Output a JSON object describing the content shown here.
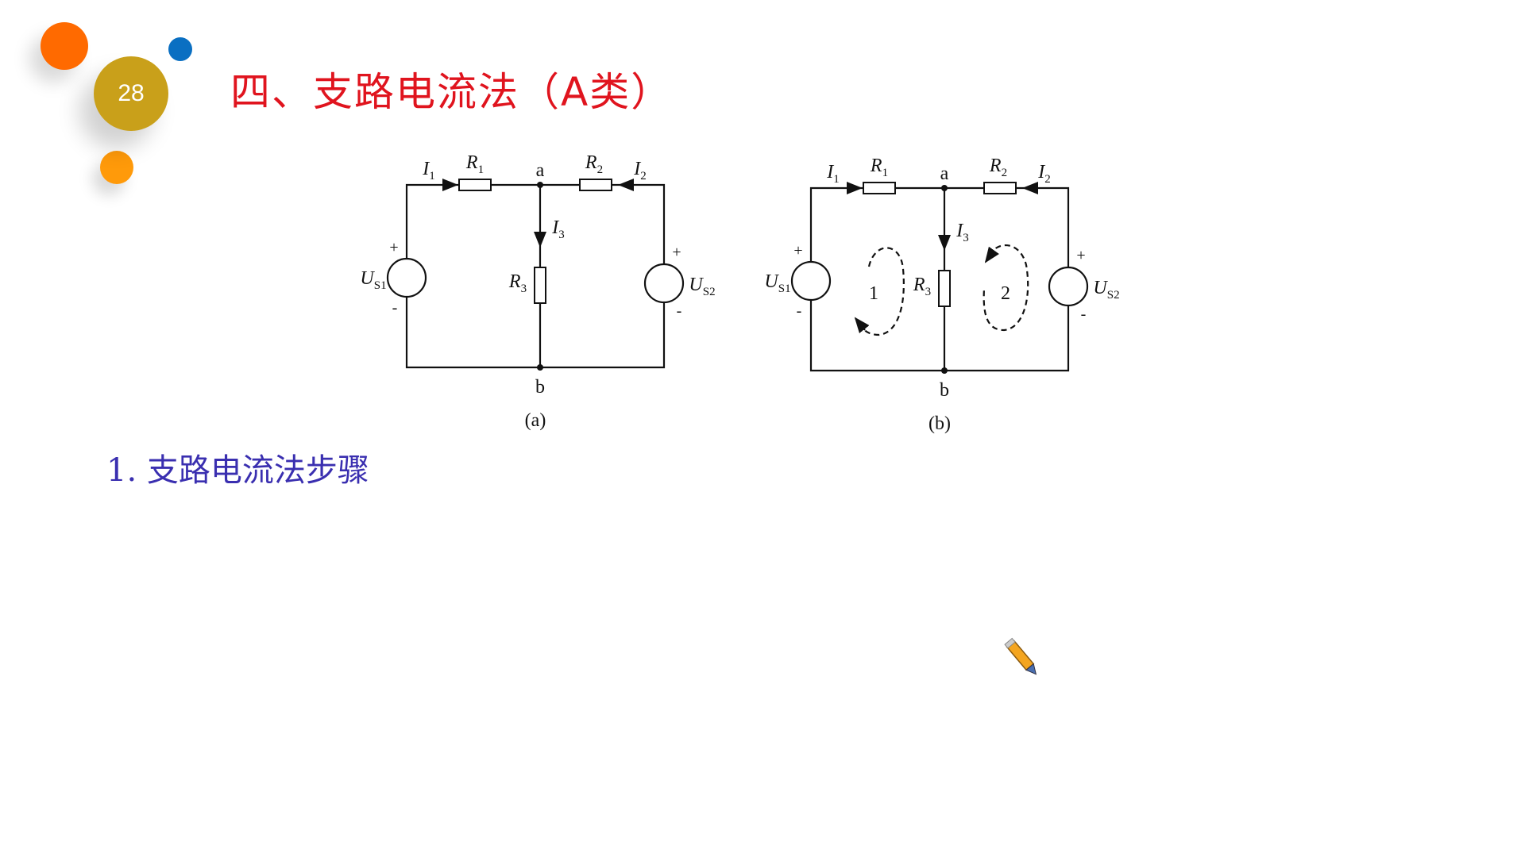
{
  "slide": {
    "number": "28",
    "title": "四、支路电流法（A类）",
    "subtitle": "1. 支路电流法步骤"
  },
  "colors": {
    "title": "#e0141e",
    "subtitle": "#3a2fb0",
    "badge": "#c9a01a",
    "orange": "#ff6a00",
    "blue": "#0a6fc2",
    "light_orange": "#ff9a0a"
  },
  "circuits": [
    {
      "caption": "(a)",
      "node_top": "a",
      "node_bottom": "b",
      "I1": "I",
      "I1_sub": "1",
      "I2": "I",
      "I2_sub": "2",
      "I3": "I",
      "I3_sub": "3",
      "R1": "R",
      "R1_sub": "1",
      "R2": "R",
      "R2_sub": "2",
      "R3": "R",
      "R3_sub": "3",
      "US1": "U",
      "US1_sub": "S1",
      "US2": "U",
      "US2_sub": "S2",
      "plus": "+",
      "minus": "-"
    },
    {
      "caption": "(b)",
      "node_top": "a",
      "node_bottom": "b",
      "I1": "I",
      "I1_sub": "1",
      "I2": "I",
      "I2_sub": "2",
      "I3": "I",
      "I3_sub": "3",
      "R1": "R",
      "R1_sub": "1",
      "R2": "R",
      "R2_sub": "2",
      "R3": "R",
      "R3_sub": "3",
      "US1": "U",
      "US1_sub": "S1",
      "US2": "U",
      "US2_sub": "S2",
      "plus": "+",
      "minus": "-",
      "loop1": "1",
      "loop2": "2"
    }
  ]
}
